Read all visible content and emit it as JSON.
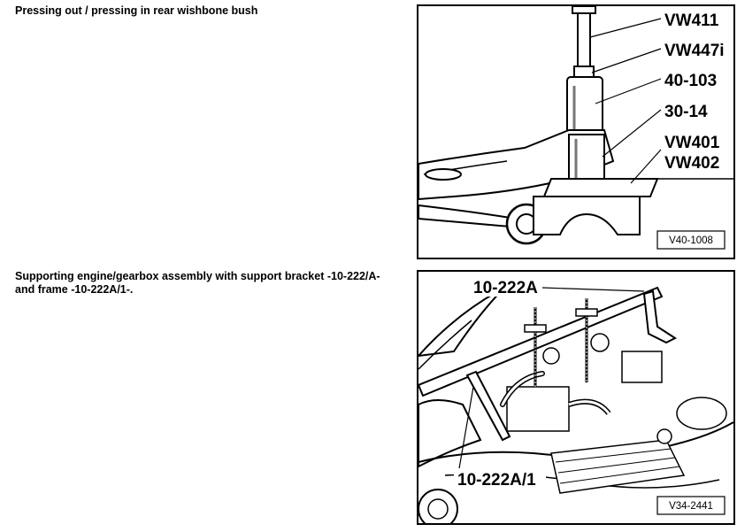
{
  "section1": {
    "caption": "Pressing out / pressing in rear wishbone bush",
    "figure": {
      "callouts": [
        "VW411",
        "VW447i",
        "40-103",
        "30-14",
        "VW401",
        "VW402"
      ],
      "figure_ref": "V40-1008"
    }
  },
  "section2": {
    "caption_line1": "Supporting engine/gearbox assembly with support bracket -10-222/A-",
    "caption_line2": "and frame -10-222A/1-.",
    "figure": {
      "callouts": [
        "10-222A",
        "10-222A/1"
      ],
      "figure_ref": "V34-2441"
    }
  }
}
